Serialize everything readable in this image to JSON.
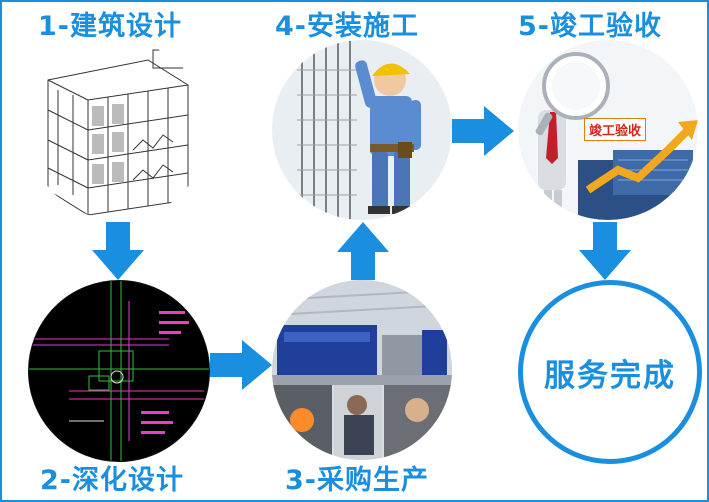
{
  "steps": {
    "design": "1-建筑设计",
    "detail": "2-深化设计",
    "procure": "3-采购生产",
    "install": "4-安装施工",
    "acceptance": "5-竣工验收"
  },
  "acceptance_badge": "竣工验收",
  "final": "服务完成",
  "colors": {
    "accent": "#1a8fe0"
  }
}
